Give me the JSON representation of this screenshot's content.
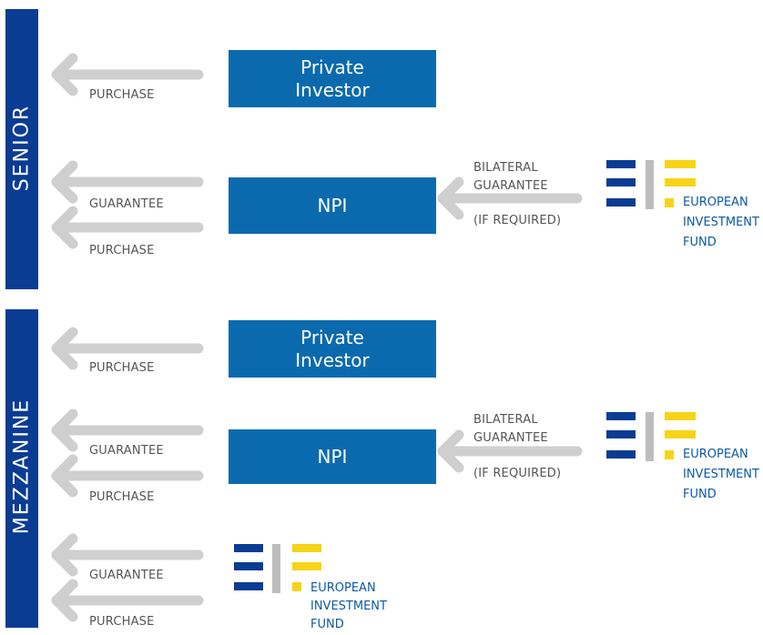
{
  "sections": {
    "senior": "SENIOR",
    "mezzanine": "MEZZANINE"
  },
  "boxes": {
    "private_investor_1": "Private Investor",
    "npi_1": "NPI",
    "private_investor_2": "Private Investor",
    "npi_2": "NPI"
  },
  "labels": {
    "purchase": "PURCHASE",
    "guarantee": "GUARANTEE",
    "bilateral_guarantee_line1": "BILATERAL",
    "bilateral_guarantee_line2": "GUARANTEE",
    "if_required": "(IF REQUIRED)"
  },
  "eif": {
    "line1": "EUROPEAN",
    "line2": "INVESTMENT",
    "line3": "FUND"
  },
  "colors": {
    "navy": "#0a3c94",
    "box_blue": "#0b6aad",
    "eif_yellow": "#f7d417",
    "arrow_gray": "#cfcfcf"
  }
}
